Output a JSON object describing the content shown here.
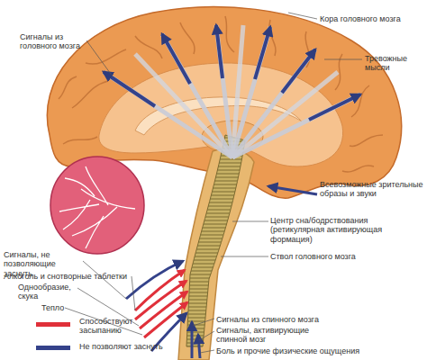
{
  "diagram": {
    "labels": [
      "Сигналы из головного мозга",
      "Кора головного мозга",
      "Тревожные мысли",
      "Всевозможные зрительные образы и звуки",
      "Центр сна/бодрствования (ретикулярная активирующая формация)",
      "Ствол головного мозга",
      "Сигналы, не позволяющие заснуть",
      "Алкоголь и снотворные таблетки",
      "Однообразие, скука",
      "Тепло",
      "Сигналы из спинного мозга",
      "Сигналы, активирующие спинной мозг",
      "Боль и прочие физические ощущения"
    ],
    "legend": [
      {
        "text": "Способствуют засыпанию",
        "color": "#e0303a"
      },
      {
        "text": "Не позволяют заснуть",
        "color": "#34428a"
      }
    ]
  }
}
